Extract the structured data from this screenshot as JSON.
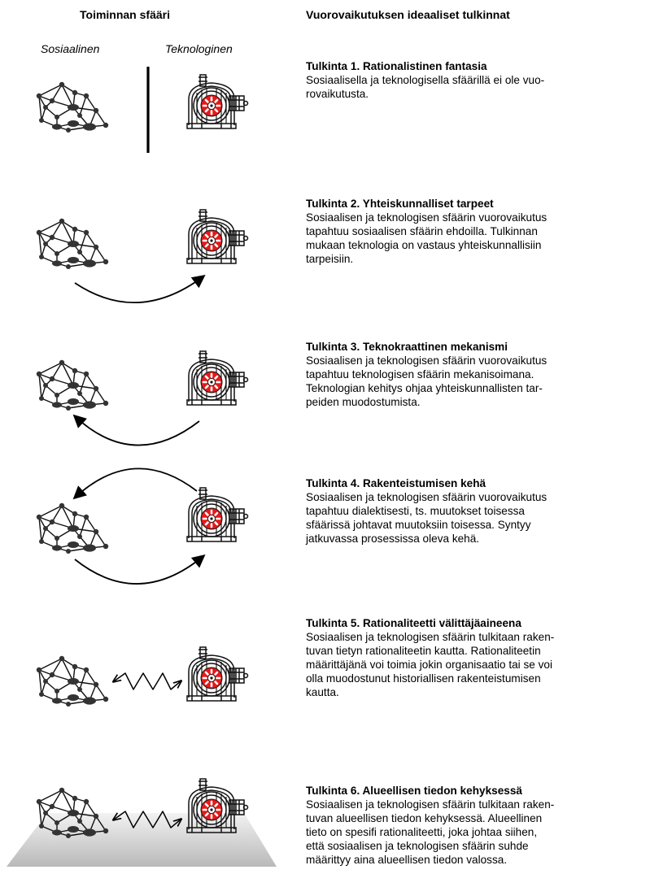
{
  "headers": {
    "left": "Toiminnan sfääri",
    "right": "Vuorovaikutuksen ideaaliset tulkinnat"
  },
  "subheaders": {
    "social": "Sosiaalinen",
    "tech": "Teknologinen"
  },
  "interpretations": [
    {
      "title": "Tulkinta 1. Rationalistinen fantasia",
      "lines": [
        "Sosiaalisella ja teknologisella sfäärillä ei ole vuo-",
        "rovaikutusta."
      ]
    },
    {
      "title": "Tulkinta 2. Yhteiskunnalliset tarpeet",
      "lines": [
        "Sosiaalisen ja teknologisen sfäärin vuorovaikutus",
        "tapahtuu sosiaalisen sfäärin ehdoilla. Tulkinnan",
        "mukaan teknologia on vastaus yhteiskunnallisiin",
        "tarpeisiin."
      ]
    },
    {
      "title": "Tulkinta 3. Teknokraattinen mekanismi",
      "lines": [
        "Sosiaalisen ja teknologisen sfäärin vuorovaikutus",
        "tapahtuu teknologisen sfäärin mekanisoimana.",
        "Teknologian kehitys ohjaa yhteiskunnallisten tar-",
        "peiden muodostumista."
      ]
    },
    {
      "title": "Tulkinta 4. Rakenteistumisen kehä",
      "lines": [
        "Sosiaalisen ja teknologisen sfäärin vuorovaikutus",
        "tapahtuu dialektisesti, ts. muutokset toisessa",
        "sfäärissä johtavat muutoksiin toisessa. Syntyy",
        "jatkuvassa prosessissa oleva kehä."
      ]
    },
    {
      "title": "Tulkinta 5. Rationaliteetti välittäjäaineena",
      "lines": [
        "Sosiaalisen ja teknologisen sfäärin tulkitaan raken-",
        "tuvan tietyn rationaliteetin kautta. Rationaliteetin",
        "määrittäjänä voi toimia jokin organisaatio tai se voi",
        "olla muodostunut historiallisen rakenteistumisen",
        "kautta."
      ]
    },
    {
      "title": "Tulkinta 6. Alueellisen tiedon kehyksessä",
      "lines": [
        "Sosiaalisen ja teknologisen sfäärin tulkitaan raken-",
        "tuvan alueellisen tiedon kehyksessä. Alueellinen",
        "tieto on spesifi rationaliteetti, joka johtaa siihen,",
        "että sosiaalisen ja teknologisen sfäärin suhde",
        "määrittyy aina alueellisen tiedon valossa."
      ]
    }
  ],
  "colors": {
    "line": "#000000",
    "node": "#333333",
    "gear_red": "#e41a1a",
    "ground_top": "#f2f2f2",
    "ground_bottom": "#b9b9b9"
  }
}
